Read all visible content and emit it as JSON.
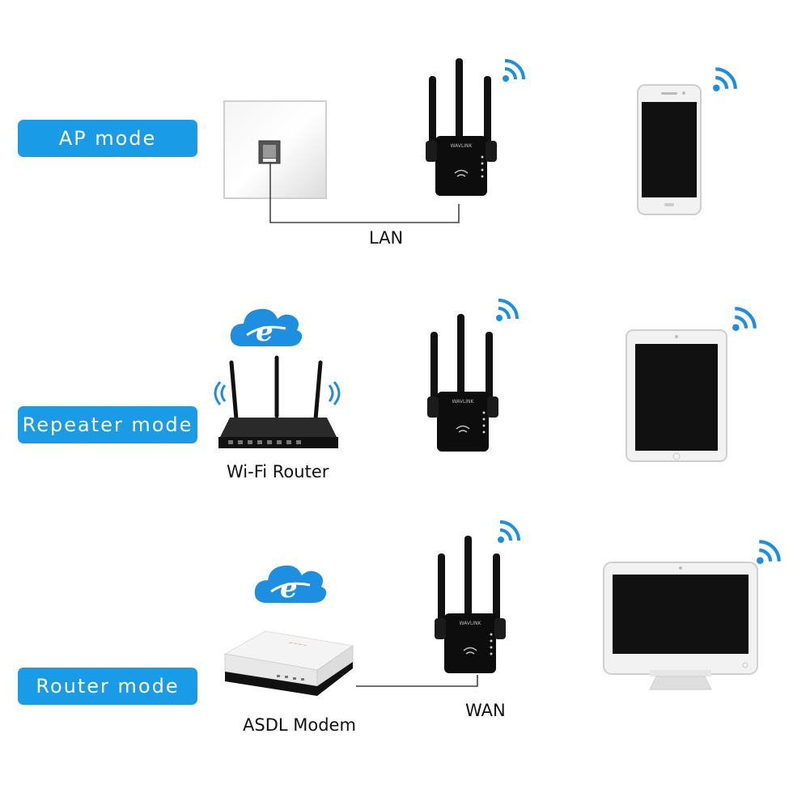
{
  "modes": {
    "ap": {
      "label": "AP mode",
      "link_label": "LAN"
    },
    "repeater": {
      "label": "Repeater mode",
      "source_label": "Wi-Fi  Router"
    },
    "router": {
      "label": "Router mode",
      "source_label": "ASDL   Modem",
      "link_label": "WAN"
    }
  },
  "device_brand": "WAVLINK",
  "colors": {
    "accent": "#1a9be6",
    "cloud": "#1e8fe0",
    "device": "#0d0d0d"
  },
  "icons": {
    "wifi": "wifi-signal-icon",
    "internet": "internet-cloud-icon",
    "wall_socket": "ethernet-wall-socket-icon",
    "extender": "wifi-extender-icon",
    "phone": "smartphone-icon",
    "tablet": "tablet-icon",
    "monitor": "all-in-one-computer-icon",
    "router": "wifi-router-icon",
    "modem": "adsl-modem-icon"
  }
}
